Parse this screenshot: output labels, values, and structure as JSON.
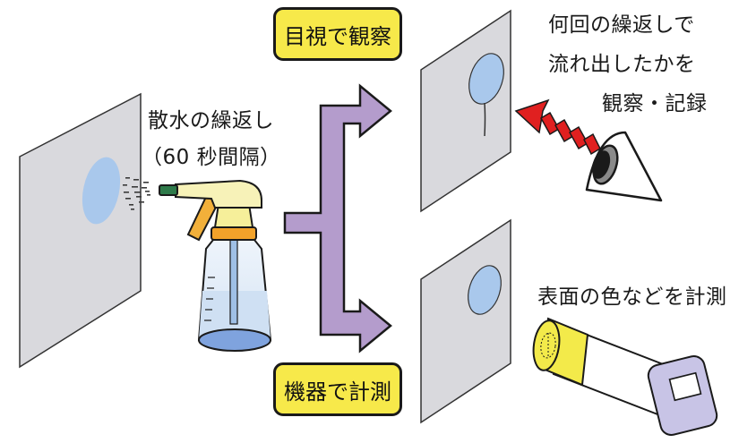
{
  "labels": {
    "spray_repeat": "散水の繰返し",
    "interval": "（60 秒間隔）",
    "badge_visual": "目視で観察",
    "badge_instrument": "機器で計測",
    "count_line1": "何回の繰返しで",
    "count_line2": "流れ出したかを",
    "count_line3": "観察・記録",
    "measure_surface": "表面の色などを計測"
  },
  "colors": {
    "panel": "#d9d9dd",
    "water": "#a9c8ec",
    "arrow_purple": "#b49ccc",
    "badge_yellow": "#f7e94a",
    "gaze_red": "#e02020",
    "meter_yellow": "#f3ea4a",
    "meter_head": "#c8c4e6",
    "bottle_liquid": "#9fc0e6"
  },
  "icons": [
    "spray-bottle-icon",
    "eye-icon",
    "measuring-instrument-icon"
  ]
}
